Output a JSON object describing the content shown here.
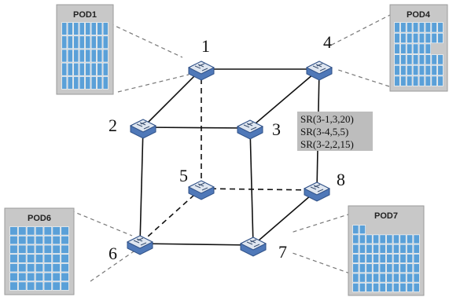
{
  "pods": [
    {
      "id": "pod1",
      "label": "POD1",
      "rows": [
        8,
        8,
        8,
        8,
        8
      ],
      "cols": 8
    },
    {
      "id": "pod4",
      "label": "POD4",
      "rows": [
        8,
        8,
        6,
        8,
        8,
        8
      ],
      "cols": 8
    },
    {
      "id": "pod6",
      "label": "POD6",
      "rows": [
        7,
        7,
        7,
        7,
        7,
        7,
        7
      ],
      "cols": 7
    },
    {
      "id": "pod7",
      "label": "POD7",
      "rows": [
        2,
        10,
        10,
        10,
        10,
        10,
        10
      ],
      "cols": 10
    }
  ],
  "nodes": [
    {
      "id": "1",
      "label": "1"
    },
    {
      "id": "2",
      "label": "2"
    },
    {
      "id": "3",
      "label": "3"
    },
    {
      "id": "4",
      "label": "4"
    },
    {
      "id": "5",
      "label": "5"
    },
    {
      "id": "6",
      "label": "6"
    },
    {
      "id": "7",
      "label": "7"
    },
    {
      "id": "8",
      "label": "8"
    }
  ],
  "links": [
    {
      "from": "1",
      "to": "4",
      "style": "solid"
    },
    {
      "from": "1",
      "to": "2",
      "style": "solid"
    },
    {
      "from": "4",
      "to": "3",
      "style": "solid"
    },
    {
      "from": "2",
      "to": "3",
      "style": "solid"
    },
    {
      "from": "2",
      "to": "6",
      "style": "solid"
    },
    {
      "from": "3",
      "to": "7",
      "style": "solid"
    },
    {
      "from": "4",
      "to": "8",
      "style": "solid"
    },
    {
      "from": "6",
      "to": "7",
      "style": "solid"
    },
    {
      "from": "7",
      "to": "8",
      "style": "solid"
    },
    {
      "from": "1",
      "to": "5",
      "style": "dashed"
    },
    {
      "from": "5",
      "to": "6",
      "style": "dashed"
    },
    {
      "from": "5",
      "to": "8",
      "style": "dashed"
    }
  ],
  "route_box": [
    "SR(3-1,3,20)",
    "SR(3-4,5,5)",
    "SR(3-2,2,15)"
  ],
  "colors": {
    "link": "#111111",
    "pod_bg": "#c8c8c8",
    "cell": "#5aa0d8",
    "cell_empty": "#e6eef6",
    "box_bg": "#bdbdbd",
    "switch_top": "#dfe6f0",
    "switch_side": "#4f78b8"
  }
}
